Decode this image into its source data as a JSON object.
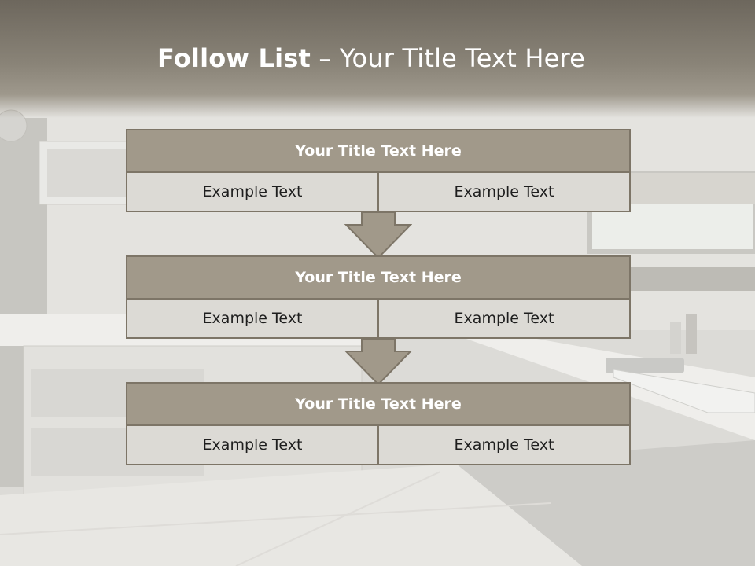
{
  "slide": {
    "title_bold": "Follow List",
    "title_rest": " – Your Title Text Here"
  },
  "flow": [
    {
      "title": "Your Title Text Here",
      "left": "Example Text",
      "right": "Example Text"
    },
    {
      "title": "Your Title Text Here",
      "left": "Example Text",
      "right": "Example Text"
    },
    {
      "title": "Your Title Text Here",
      "left": "Example Text",
      "right": "Example Text"
    }
  ],
  "colors": {
    "header_fill": "#a1998a",
    "border": "#7d7567",
    "cell_fill": "#dcdad5",
    "arrow_fill": "#a1998a"
  }
}
